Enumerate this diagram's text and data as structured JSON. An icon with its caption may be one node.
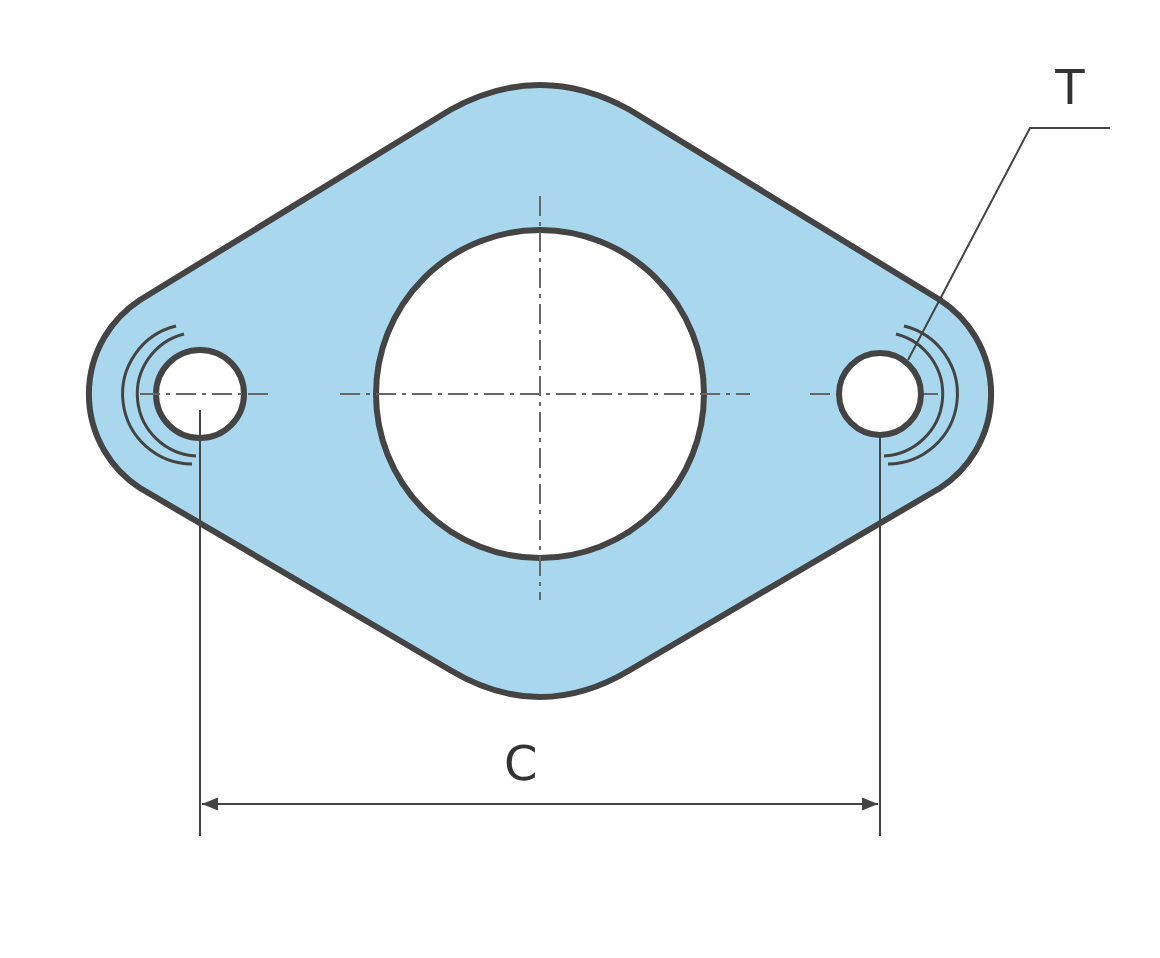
{
  "diagram": {
    "nodes": [
      {
        "text": [
          "T"
        ]
      },
      {
        "text": [],
        "shape": "circle"
      }
    ],
    "edges": [
      {
        "from": 0,
        "to": 1,
        "arrow": "none"
      }
    ],
    "labels": [
      "C"
    ]
  }
}
